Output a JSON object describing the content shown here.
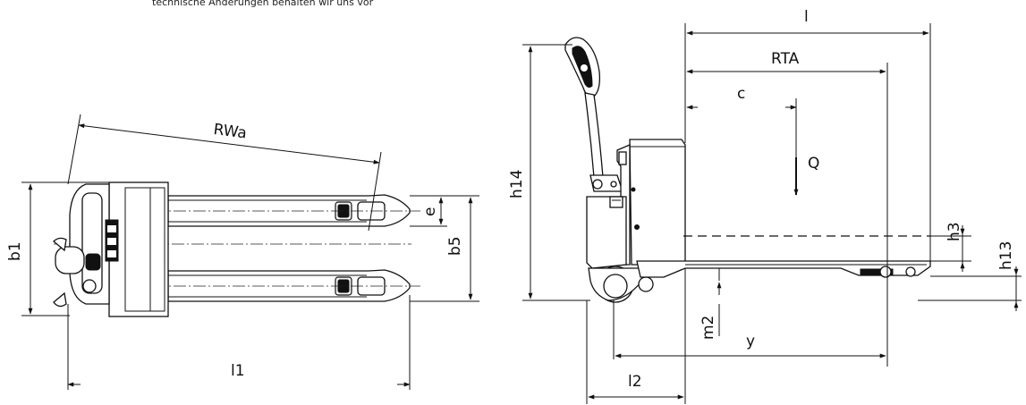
{
  "note": "technische Änderungen behalten wir uns vor",
  "labels": {
    "rwa": "RWa",
    "b1": "b1",
    "e": "e",
    "b5": "b5",
    "l1": "l1",
    "h14": "h14",
    "l": "l",
    "rta": "RTA",
    "c": "c",
    "q": "Q",
    "h3": "h3",
    "h13": "h13",
    "m2": "m2",
    "y": "y",
    "l2": "l2"
  }
}
